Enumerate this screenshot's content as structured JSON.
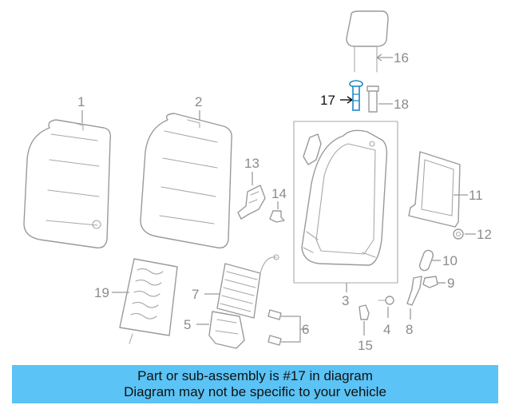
{
  "diagram": {
    "callouts": {
      "c1": "1",
      "c2": "2",
      "c3": "3",
      "c4": "4",
      "c5": "5",
      "c6": "6",
      "c7": "7",
      "c8": "8",
      "c9": "9",
      "c10": "10",
      "c11": "11",
      "c12": "12",
      "c13": "13",
      "c14": "14",
      "c15": "15",
      "c16": "16",
      "c17": "17",
      "c18": "18",
      "c19": "19"
    },
    "highlighted_part": "17",
    "highlight_color": "#1e88c8"
  },
  "banner": {
    "line1": "Part or sub-assembly is #17 in diagram",
    "line2": "Diagram may not be specific to your vehicle",
    "background": "#5bc3f5"
  }
}
